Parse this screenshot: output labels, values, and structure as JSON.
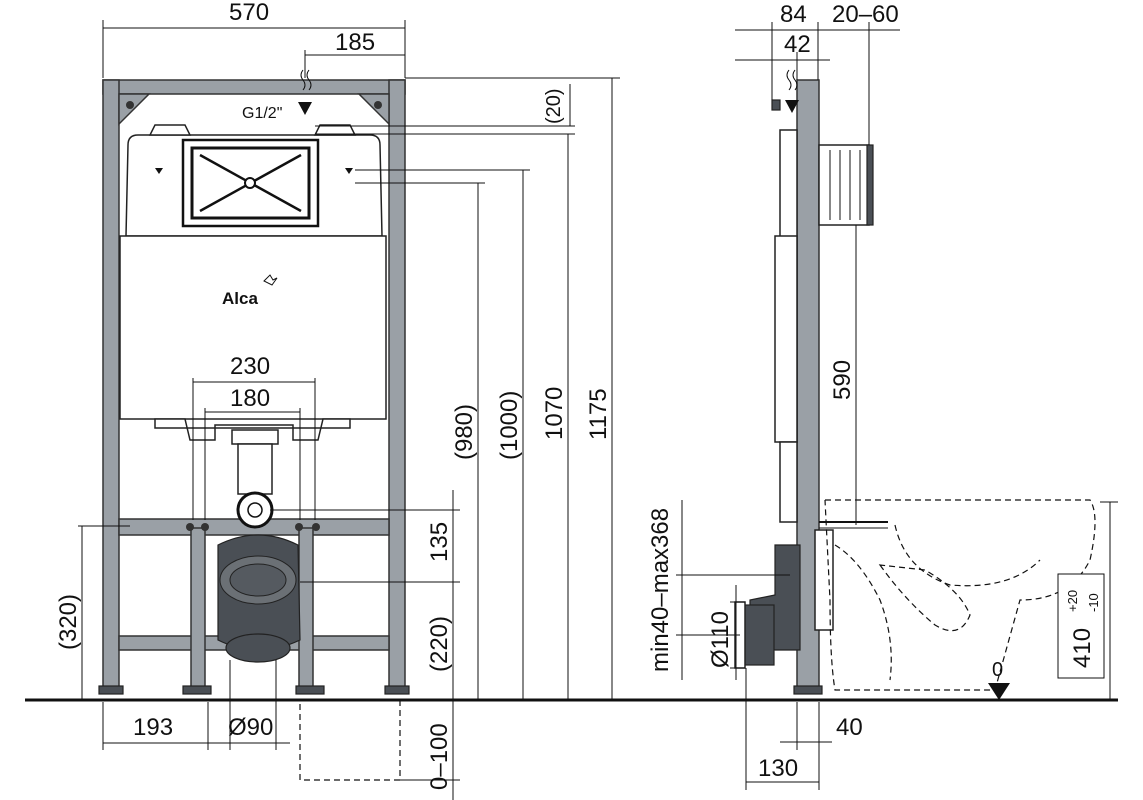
{
  "brand": {
    "logo_text": "Alca"
  },
  "front_view": {
    "width_total": "570",
    "offset_top": "185",
    "thread_label": "G1/2\"",
    "gap_top": "(20)",
    "height_980": "(980)",
    "height_1000": "(1000)",
    "height_1070": "1070",
    "height_1175": "1175",
    "bolt_spacing_outer": "230",
    "bolt_spacing_inner": "180",
    "bolt_height": "135",
    "outlet_height": "(220)",
    "bracket_height": "(320)",
    "floor_adjust": "0–100",
    "side_offset": "193",
    "drain_diameter": "Ø90"
  },
  "side_view": {
    "depth_84": "84",
    "wall_20_60": "20–60",
    "depth_42": "42",
    "height_590": "590",
    "outlet_range": "min40–max368",
    "outlet_diameter": "Ø110",
    "seat_height_base": "410",
    "seat_tol_plus": "+20",
    "seat_tol_minus": "-10",
    "zero_mark": "0",
    "depth_40": "40",
    "depth_130": "130"
  }
}
